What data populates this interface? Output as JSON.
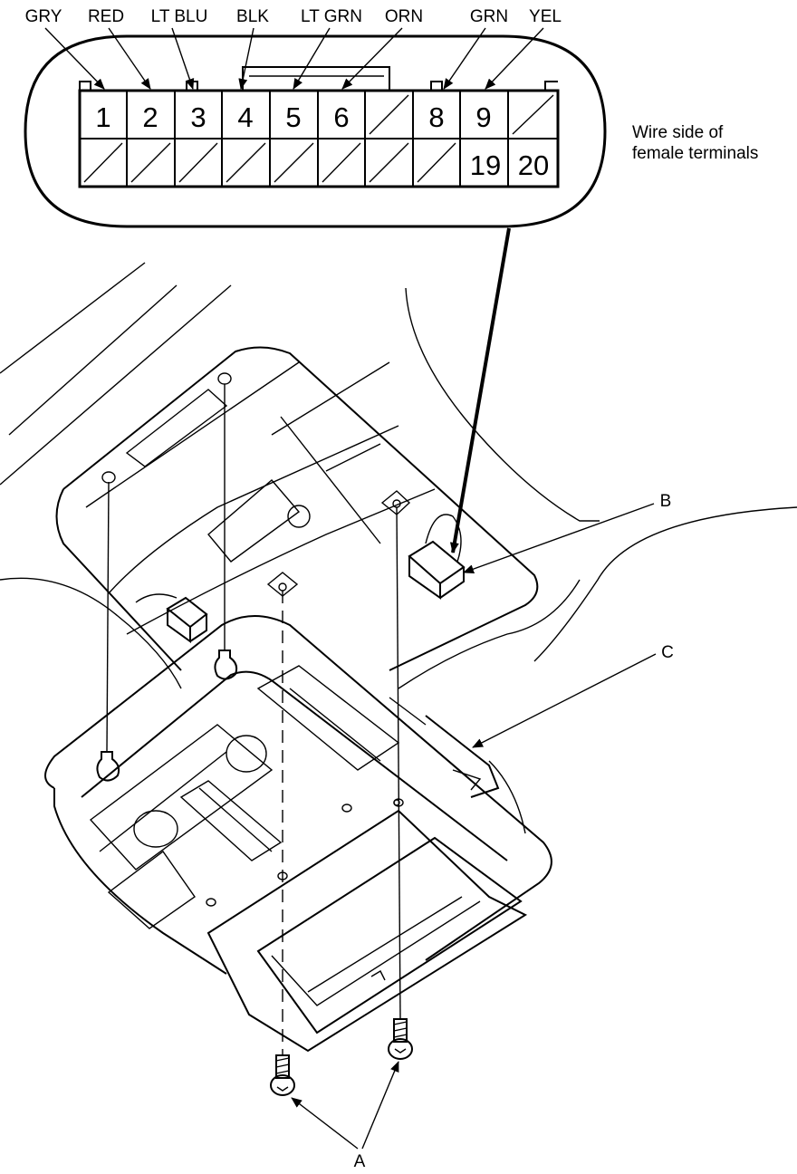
{
  "connector": {
    "wire_colors": [
      "GRY",
      "RED",
      "LT BLU",
      "BLK",
      "LT GRN",
      "ORN",
      "GRN",
      "YEL"
    ],
    "top_row": [
      "1",
      "2",
      "3",
      "4",
      "5",
      "6",
      "",
      "8",
      "9",
      ""
    ],
    "bottom_row": [
      "",
      "",
      "",
      "",
      "",
      "",
      "",
      "",
      "19",
      "20"
    ],
    "note_line1": "Wire side of",
    "note_line2": "female terminals"
  },
  "callouts": {
    "screws": "A",
    "connector": "B",
    "console": "C"
  }
}
